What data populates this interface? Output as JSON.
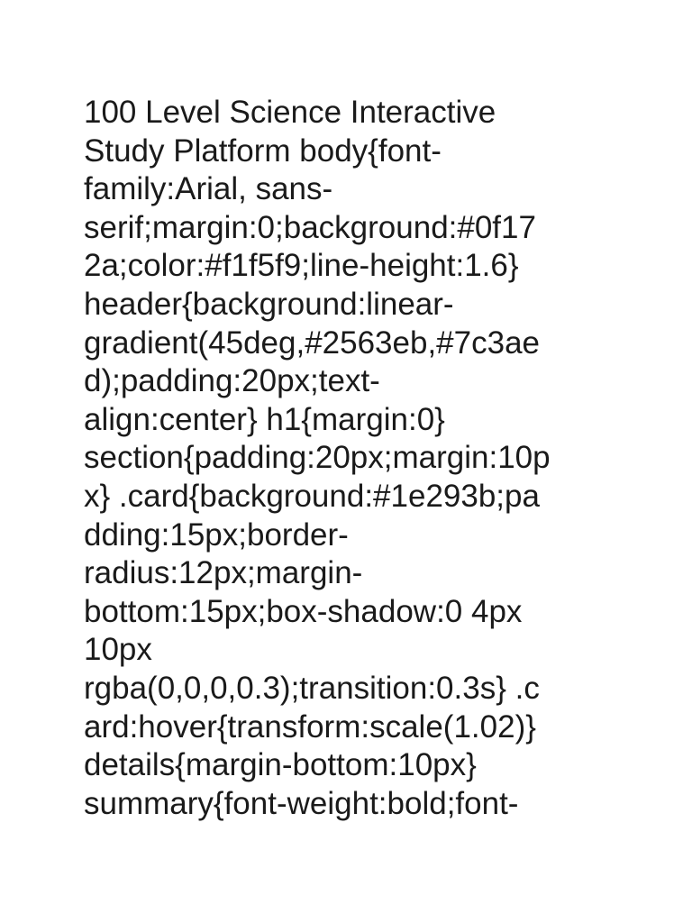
{
  "document": {
    "lines": [
      "100 Level Science Interactive",
      "Study Platform body{font-",
      "family:Arial, sans-",
      "serif;margin:0;background:#0f17",
      "2a;color:#f1f5f9;line-height:1.6}",
      "header{background:linear-",
      "gradient(45deg,#2563eb,#7c3ae",
      "d);padding:20px;text-",
      "align:center} h1{margin:0}",
      "section{padding:20px;margin:10p",
      "x} .card{background:#1e293b;pa",
      "dding:15px;border-",
      "radius:12px;margin-",
      "bottom:15px;box-shadow:0 4px",
      "10px",
      "rgba(0,0,0,0.3);transition:0.3s} .c",
      "ard:hover{transform:scale(1.02)}",
      "details{margin-bottom:10px}",
      "summary{font-weight:bold;font-"
    ]
  }
}
